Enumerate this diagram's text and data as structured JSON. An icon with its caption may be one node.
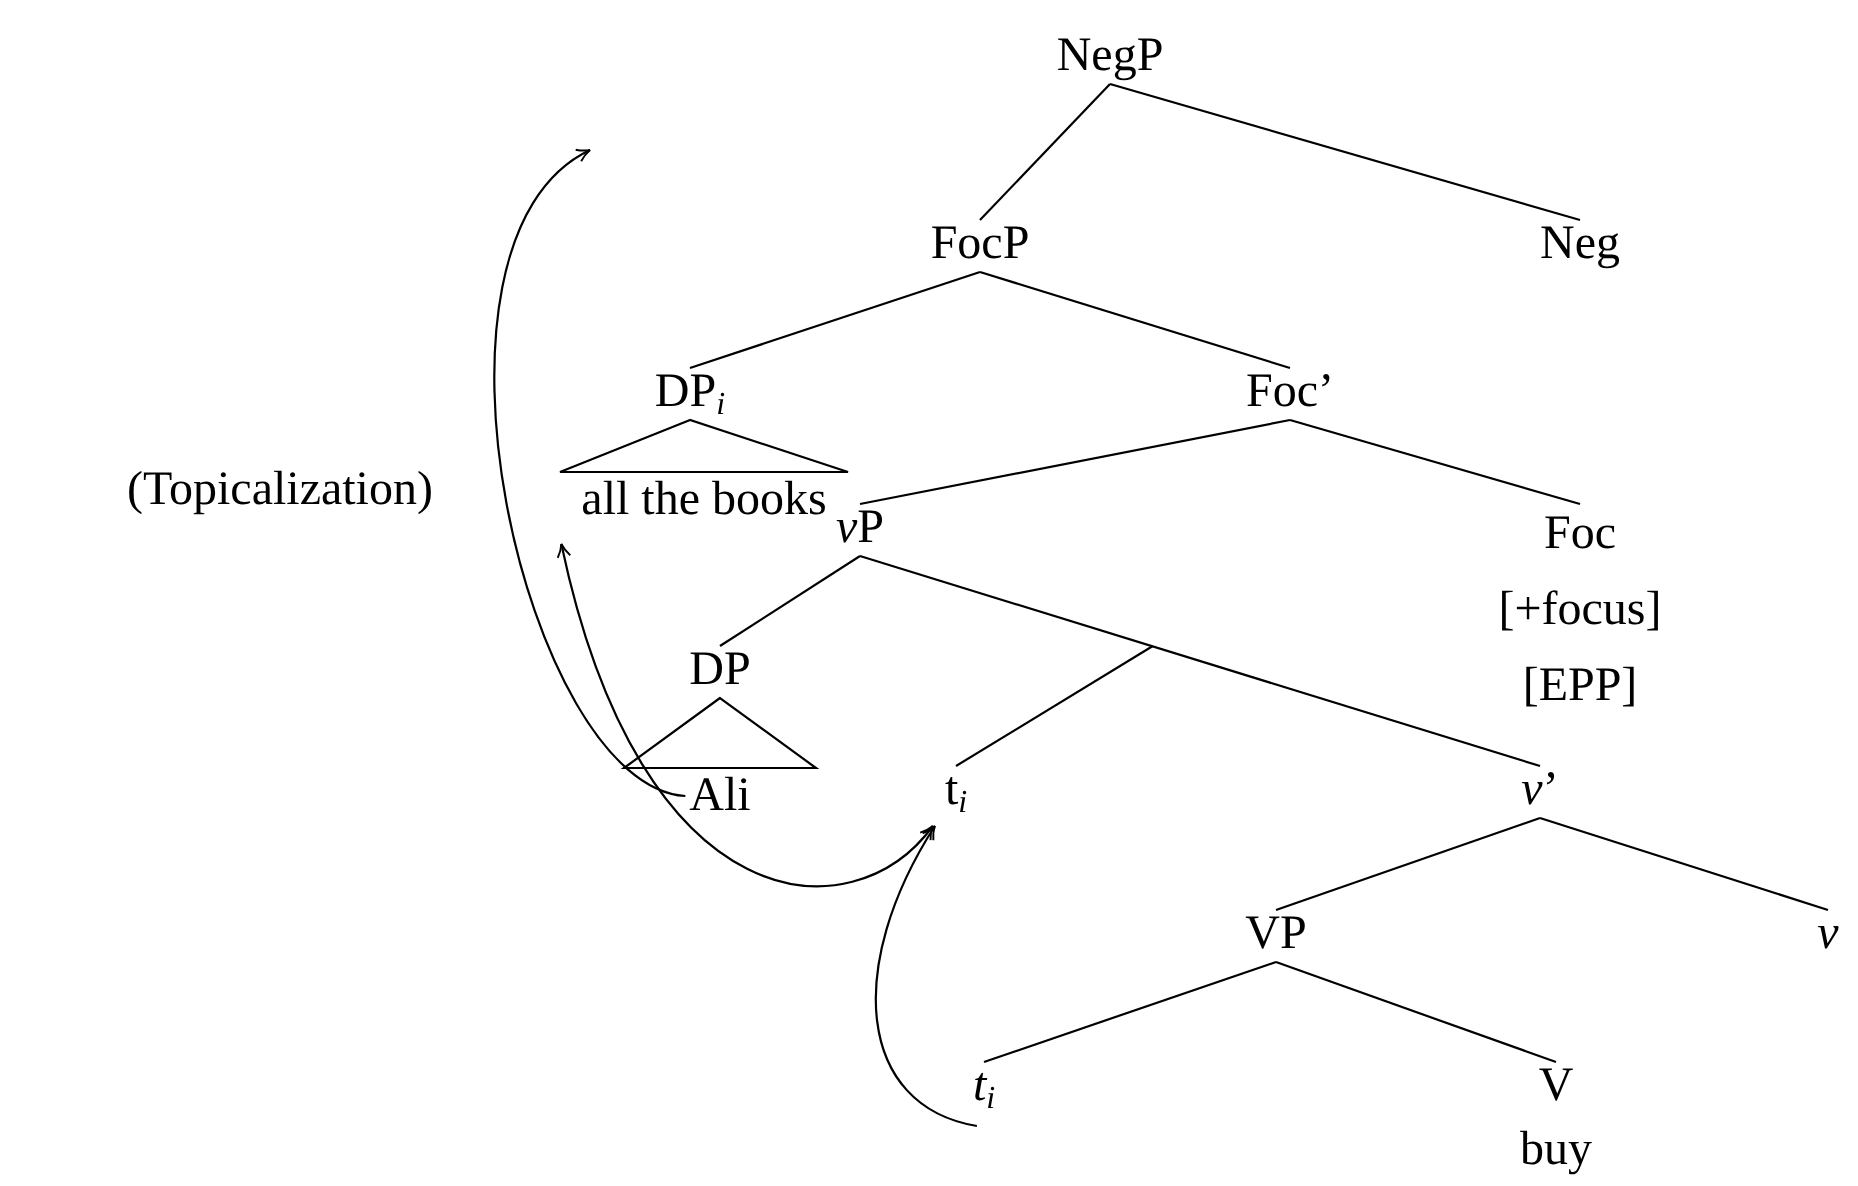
{
  "diagram": {
    "nodes": [
      {
        "text": [
          "NegP"
        ]
      },
      {
        "text": [
          "FocP"
        ]
      },
      {
        "text": [
          "Neg"
        ]
      },
      {
        "text": [
          "DP$_{i}$"
        ]
      },
      {
        "text": [
          "Foc’"
        ]
      },
      {
        "text": [
          "all the books"
        ]
      },
      {
        "text": [
          "vP"
        ]
      },
      {
        "text": [
          "Foc",
          "[+focus]",
          "[EPP]"
        ]
      },
      {
        "text": [
          "DP"
        ]
      },
      {
        "text": [
          "Ali"
        ]
      },
      {
        "text": [
          "t$_{i}$"
        ]
      },
      {
        "text": [
          "*v*’"
        ]
      },
      {
        "text": [
          "VP"
        ]
      },
      {
        "text": [
          "*v*"
        ]
      },
      {
        "text": [
          "*t*$_{i}$"
        ]
      },
      {
        "text": [
          "V",
          "buy"
        ]
      },
      {
        "text": [],
        "shape": "triangle"
      },
      {
        "text": [],
        "shape": "triangle"
      }
    ],
    "edges": [
      {
        "from": 0,
        "to": 1,
        "arrow": "none"
      },
      {
        "from": 0,
        "to": 2,
        "arrow": "none"
      },
      {
        "from": 1,
        "to": 3,
        "arrow": "none"
      },
      {
        "from": 1,
        "to": 4,
        "arrow": "none"
      },
      {
        "from": 4,
        "to": 6,
        "arrow": "none"
      },
      {
        "from": 4,
        "to": 7,
        "arrow": "none"
      },
      {
        "from": 6,
        "to": 8,
        "arrow": "none"
      },
      {
        "from": 6,
        "to": 11,
        "arrow": "none"
      },
      {
        "from": null,
        "to": 10,
        "arrow": "none"
      },
      {
        "from": 11,
        "to": 12,
        "arrow": "none"
      },
      {
        "from": 11,
        "to": 13,
        "arrow": "none"
      },
      {
        "from": 12,
        "to": 14,
        "arrow": "none"
      },
      {
        "from": 12,
        "to": 15,
        "arrow": "none"
      },
      {
        "from": 9,
        "to": null,
        "arrow": "to"
      },
      {
        "from": 10,
        "to": 5,
        "arrow": "both"
      },
      {
        "from": 14,
        "to": 10,
        "arrow": "to"
      }
    ],
    "labels": [
      "(Topicalization)"
    ]
  }
}
